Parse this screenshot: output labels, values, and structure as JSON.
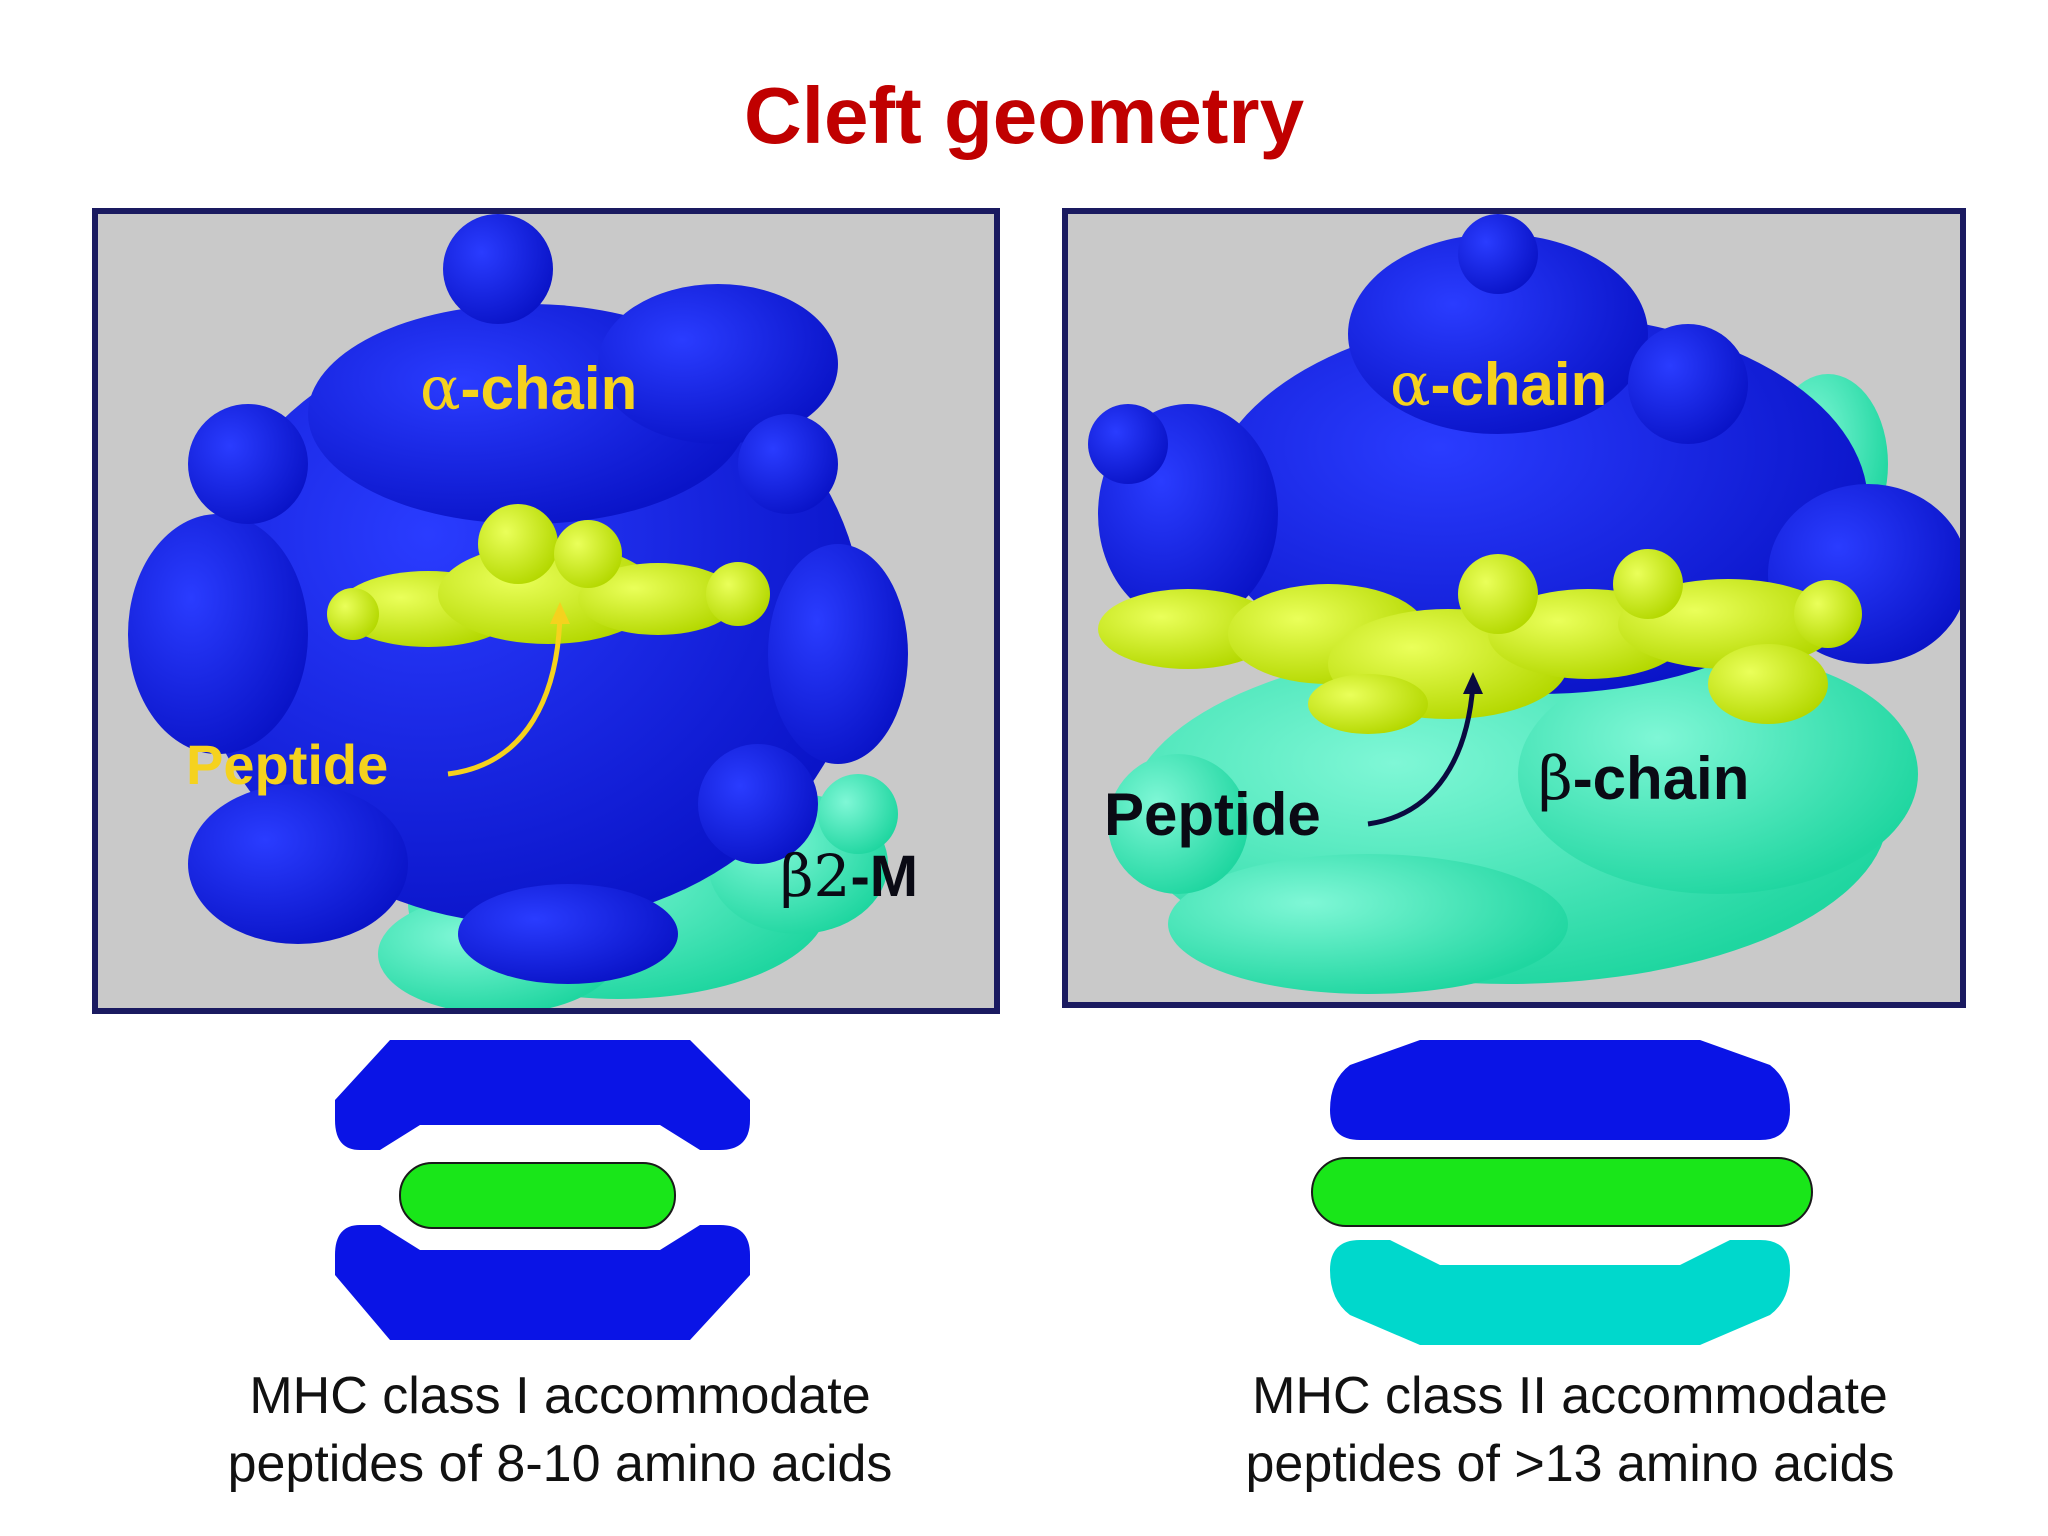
{
  "title": "Cleft geometry",
  "colors": {
    "title": "#c00000",
    "alpha_chain": "#0a14d8",
    "beta_chain": "#2ee6b0",
    "peptide": "#c8f000",
    "label_yellow": "#f5d21e",
    "label_dark": "#0a0a14",
    "schematic_peptide": "#19e619",
    "schematic_beta": "#00d8cc",
    "panel_bg": "#c9c9c9",
    "panel_border": "#1a1a60"
  },
  "class_one": {
    "alpha_label": {
      "greek": "α",
      "text": "-chain"
    },
    "peptide_label": "Peptide",
    "b2m_label": {
      "greek": "β2",
      "text": "-M"
    },
    "caption": [
      "MHC class I accommodate",
      "peptides of 8-10 amino acids"
    ]
  },
  "class_two": {
    "alpha_label": {
      "greek": "α",
      "text": "-chain"
    },
    "peptide_label": "Peptide",
    "beta_label": {
      "greek": "β",
      "text": "-chain"
    },
    "caption": [
      "MHC class II accommodate",
      "peptides of >13 amino acids"
    ]
  }
}
